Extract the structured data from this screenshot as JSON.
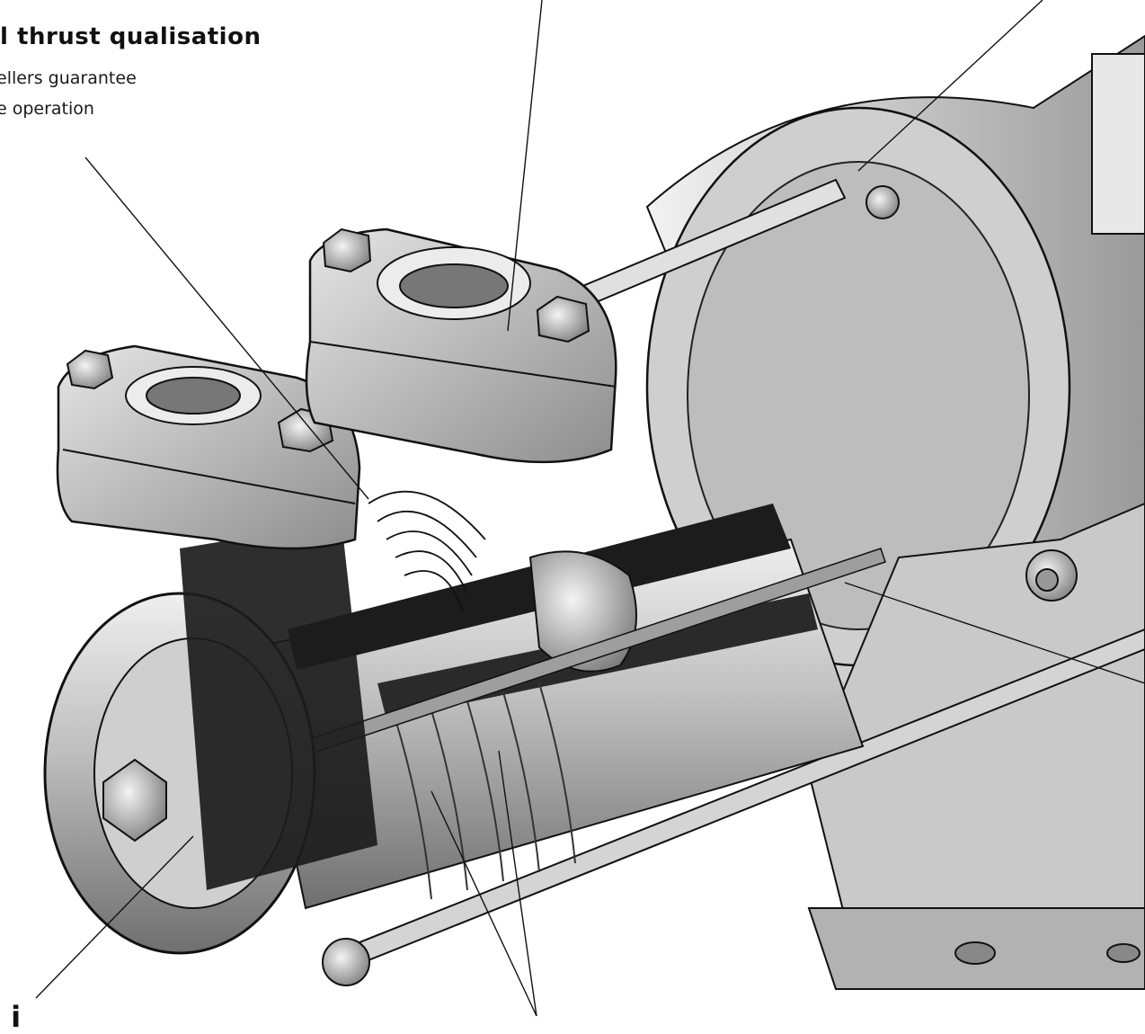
{
  "annotations": {
    "top_left": {
      "title": "al thrust qualisation",
      "lines": [
        "ellers guarantee",
        "e operation"
      ]
    },
    "bottom_left": {
      "title": "l    i"
    }
  },
  "palette": {
    "metal_light": "#d9d9d9",
    "metal_mid": "#a8a8a8",
    "metal_dark": "#6b6b6b",
    "cut_section": "#1c1c1c",
    "outline": "#111111"
  }
}
